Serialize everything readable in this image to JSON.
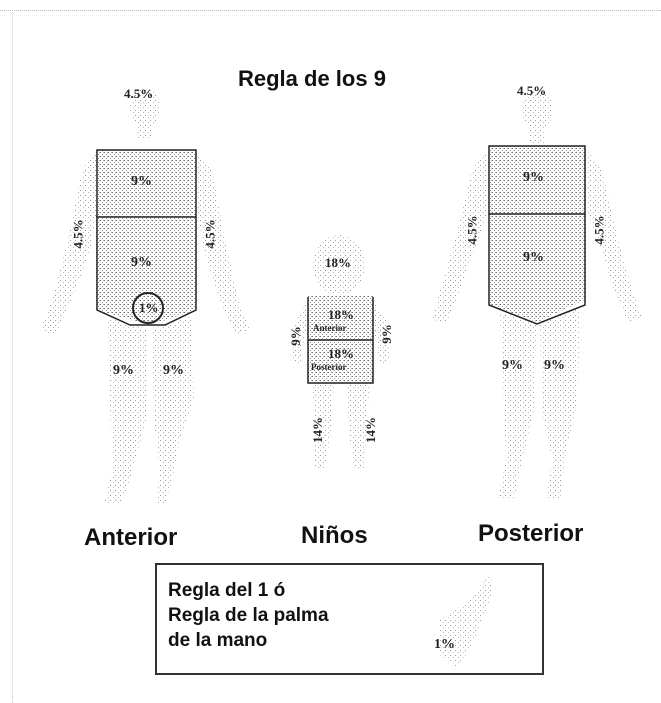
{
  "title": "Regla de los 9",
  "figures": {
    "anterior": {
      "caption": "Anterior",
      "head": "4.5%",
      "chest": "9%",
      "abdomen": "9%",
      "genitals": "1%",
      "left_arm": "4.5%",
      "right_arm": "4.5%",
      "left_leg": "9%",
      "right_leg": "9%"
    },
    "children": {
      "caption": "Niños",
      "head": "18%",
      "trunk_anterior_value": "18%",
      "trunk_anterior_label": "Anterior",
      "trunk_posterior_value": "18%",
      "trunk_posterior_label": "Posterior",
      "left_arm": "9%",
      "right_arm": "9%",
      "left_leg": "14%",
      "right_leg": "14%"
    },
    "posterior": {
      "caption": "Posterior",
      "head": "4.5%",
      "upper_back": "9%",
      "lower_back": "9%",
      "left_arm": "4.5%",
      "right_arm": "4.5%",
      "left_leg": "9%",
      "right_leg": "9%"
    }
  },
  "palm_rule": {
    "line1": "Regla del 1 ó",
    "line2": "Regla de la palma",
    "line3": "de la mano",
    "value": "1%"
  }
}
